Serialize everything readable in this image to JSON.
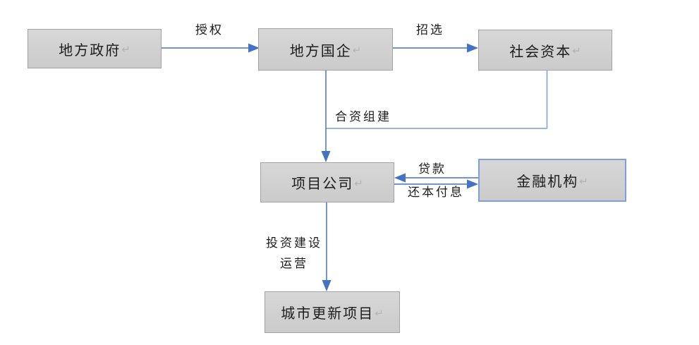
{
  "diagram": {
    "background": "#ffffff",
    "colors": {
      "arrow": "#4472c4",
      "connector": "#8faadc",
      "box_fill_top": "#d7d7d7",
      "box_fill_bottom": "#cbcbcb",
      "box_border": "#a3a3a3",
      "finance_box_border": "#7e9fd8",
      "text": "#1b1b1b",
      "return_mark_color": "#b3b3b3",
      "background": "#ffffff"
    },
    "return_mark": "↵",
    "nodes": {
      "gov": {
        "label": "地方政府"
      },
      "soe": {
        "label": "地方国企"
      },
      "social": {
        "label": "社会资本"
      },
      "project": {
        "label": "项目公司"
      },
      "finance": {
        "label": "金融机构"
      },
      "urban": {
        "label": "城市更新项目"
      }
    },
    "edge_labels": {
      "authorize": "授权",
      "recruit": "招选",
      "joint_venture": "合资组建",
      "loan": "贷款",
      "repay": "还本付息",
      "invest_line1": "投资建设",
      "invest_line2": "运营"
    },
    "edges": [
      {
        "from": "地方政府",
        "to": "地方国企",
        "label": "授权"
      },
      {
        "from": "地方国企",
        "to": "社会资本",
        "label": "招选"
      },
      {
        "from": "地方国企+社会资本",
        "to": "项目公司",
        "label": "合资组建"
      },
      {
        "from": "金融机构",
        "to": "项目公司",
        "label": "贷款"
      },
      {
        "from": "项目公司",
        "to": "金融机构",
        "label": "还本付息"
      },
      {
        "from": "项目公司",
        "to": "城市更新项目",
        "label": "投资建设 运营"
      }
    ]
  }
}
